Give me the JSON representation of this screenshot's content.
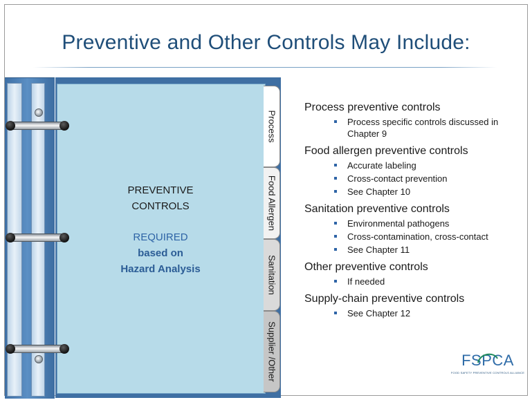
{
  "slide": {
    "title": "Preventive and Other Controls May Include:"
  },
  "binder": {
    "panel_line1": "PREVENTIVE",
    "panel_line2": "CONTROLS",
    "panel_line3": "REQUIRED",
    "panel_line4": "based on",
    "panel_line5": "Hazard Analysis",
    "tabs": [
      {
        "label": "Process"
      },
      {
        "label": "Food Allergen"
      },
      {
        "label": "Sanitation"
      },
      {
        "label": "Supplier /Other"
      }
    ]
  },
  "controls": [
    {
      "category": "Process preventive controls",
      "items": [
        "Process specific controls discussed in Chapter 9"
      ]
    },
    {
      "category": "Food allergen preventive controls",
      "items": [
        "Accurate labeling",
        "Cross-contact prevention",
        "See Chapter 10"
      ]
    },
    {
      "category": "Sanitation preventive controls",
      "items": [
        "Environmental pathogens",
        "Cross-contamination, cross-contact",
        "See Chapter 11"
      ]
    },
    {
      "category": "Other preventive controls",
      "items": [
        "If needed"
      ]
    },
    {
      "category": "Supply-chain preventive controls",
      "items": [
        "See Chapter 12"
      ]
    }
  ],
  "logo": {
    "text_fs": "FS",
    "text_pca": "PCA",
    "tagline": "FOOD SAFETY PREVENTIVE CONTROLS ALLIANCE"
  },
  "colors": {
    "title": "#1f4e79",
    "binder_cover": "#3f6fa3",
    "panel": "#b7dbe9",
    "tab_process": "#ffffff",
    "tab_allergen": "#f2f2f2",
    "tab_sanitation": "#dadada",
    "tab_supplier": "#c6c6c6"
  }
}
